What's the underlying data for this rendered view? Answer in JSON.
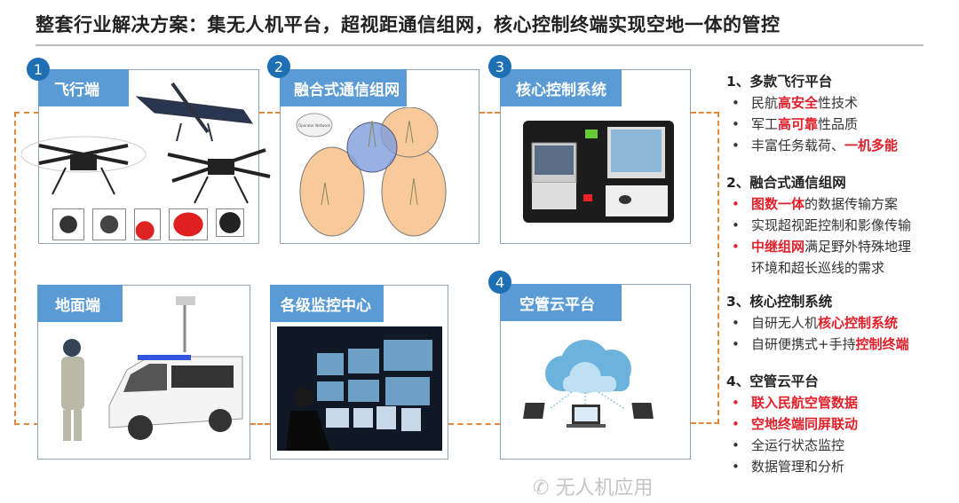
{
  "title": "整套行业解决方案：集无人机平台，超视距通信组网，核心控制终端实现空地一体的管控",
  "panels": {
    "flight": {
      "badge": "1",
      "label": "飞行端"
    },
    "network": {
      "badge": "2",
      "label": "融合式通信组网",
      "cloud_text": "Operator Network"
    },
    "control": {
      "badge": "3",
      "label": "核心控制系统"
    },
    "ground": {
      "label": "地面端"
    },
    "monitor": {
      "label": "各级监控中心"
    },
    "cloud": {
      "badge": "4",
      "label": "空管云平台"
    }
  },
  "side": {
    "s1": {
      "heading": "1、多款飞行平台",
      "items": [
        {
          "pre": "民航",
          "hl": "高安全",
          "post": "性技术"
        },
        {
          "pre": "军工",
          "hl": "高可靠",
          "post": "性品质"
        },
        {
          "pre": "丰富任务载荷、",
          "hl": "一机多能",
          "post": ""
        }
      ]
    },
    "s2": {
      "heading": "2、融合式通信组网",
      "items": [
        {
          "pre": "",
          "hl": "图数一体",
          "post": "的数据传输方案"
        },
        {
          "pre": "实现超视距控制和影像传输",
          "hl": "",
          "post": ""
        },
        {
          "pre": "",
          "hl": "中继组网",
          "post": "满足野外特殊地理"
        }
      ],
      "cont": "环境和超长巡线的需求"
    },
    "s3": {
      "heading": "3、核心控制系统",
      "items": [
        {
          "pre": "自研无人机",
          "hl": "核心控制系统",
          "post": ""
        },
        {
          "pre": "自研便携式+手持",
          "hl": "控制终端",
          "post": ""
        }
      ]
    },
    "s4": {
      "heading": "4、空管云平台",
      "items": [
        {
          "pre": "",
          "hl": "联入民航空管数据",
          "post": ""
        },
        {
          "pre": "",
          "hl": "空地终端同屏联动",
          "post": ""
        },
        {
          "pre": "全运行状态监控",
          "hl": "",
          "post": ""
        },
        {
          "pre": "数据管理和分析",
          "hl": "",
          "post": ""
        }
      ]
    },
    "bullet": "•"
  },
  "watermark": "无人机应用",
  "colors": {
    "accent": "#5b9bd5",
    "badge": "#1f6fb5",
    "highlight": "#e0202a",
    "dash": "#e3893a"
  }
}
